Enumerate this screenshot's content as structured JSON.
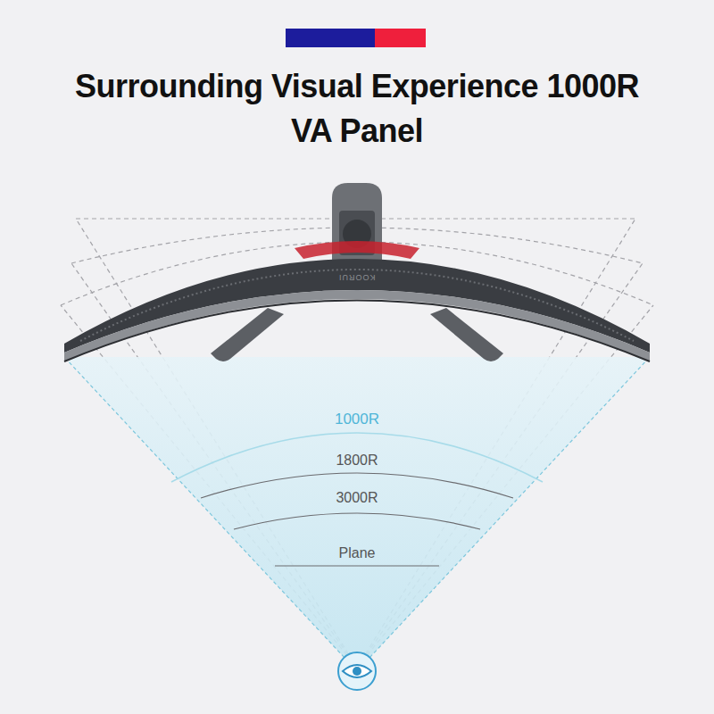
{
  "diagram": {
    "title": "Surrounding Visual Experience 1000R VA Panel",
    "labels": [
      "KOORUI",
      "1000R",
      "1800R",
      "3000R",
      "Plane"
    ]
  }
}
